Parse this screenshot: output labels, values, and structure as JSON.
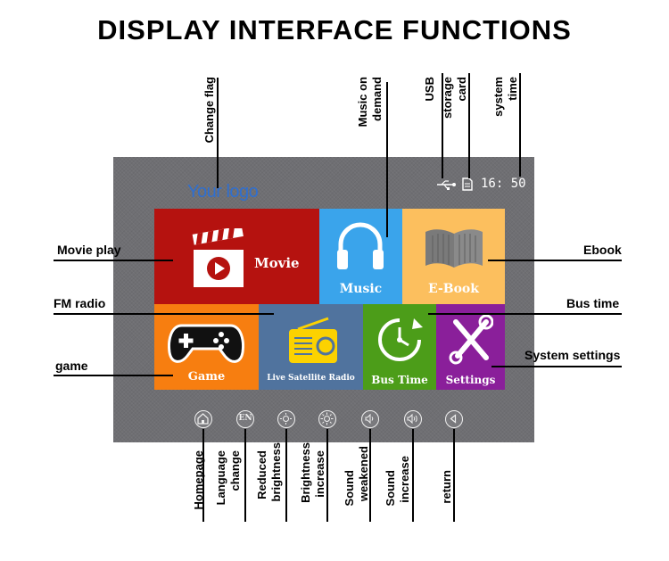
{
  "title": "DISPLAY INTERFACE FUNCTIONS",
  "screen": {
    "logo_text": "Your logo",
    "status_time": "16: 50",
    "tiles": {
      "movie": "Movie",
      "music": "Music",
      "ebook": "E-Book",
      "game": "Game",
      "radio": "Live Satellite Radio",
      "bus": "Bus Time",
      "settings": "Settings"
    },
    "bottom_icons": {
      "language": "EN"
    }
  },
  "callouts": {
    "change_flag": "Change flag",
    "music_on_demand_1": "Music on",
    "music_on_demand_2": "demand",
    "usb": "USB",
    "storage_card_1": "storage",
    "storage_card_2": "card",
    "system_time_1": "system",
    "system_time_2": "time",
    "movie_play": "Movie play",
    "ebook": "Ebook",
    "fm_radio": "FM radio",
    "bus_time": "Bus time",
    "game": "game",
    "system_settings": "System settings",
    "homepage": "Homepage",
    "language_change_1": "Language",
    "language_change_2": "change",
    "reduced_brightness_1": "Reduced",
    "reduced_brightness_2": "brightness",
    "brightness_increase_1": "Brightness",
    "brightness_increase_2": "increase",
    "sound_weakened_1": "Sound",
    "sound_weakened_2": "weakened",
    "sound_increase_1": "Sound",
    "sound_increase_2": "increase",
    "return": "return"
  },
  "colors": {
    "movie": "#b5120f",
    "music": "#3aa4eb",
    "ebook": "#fcbf5e",
    "game": "#f77e10",
    "radio": "#50739e",
    "bus": "#4c9d19",
    "settings": "#8a1f9a",
    "screen_bg": "#6f6f73",
    "logo": "#2f6fd0"
  }
}
